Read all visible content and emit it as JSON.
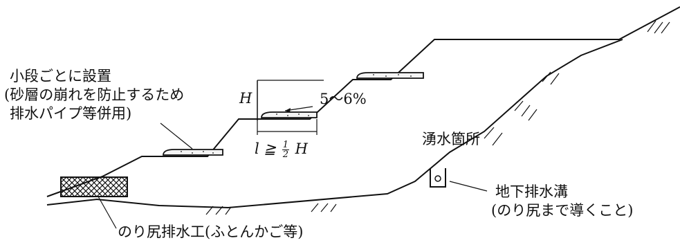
{
  "labels": {
    "terrace_note_line1": "小段ごとに設置",
    "terrace_note_line2": "(砂層の崩れを防止するため",
    "terrace_note_line3": "排水パイプ等併用)",
    "height_symbol": "H",
    "slope_percent": "5～6%",
    "width_formula_prefix": "l ≧",
    "width_formula_num": "1",
    "width_formula_den": "2",
    "width_formula_suffix": "H",
    "spring_water": "湧水箇所",
    "underdrain_line1": "地下排水溝",
    "underdrain_line2": "(のり尻まで導くこと)",
    "toe_drain": "のり尻排水工(ふとんかご等)"
  },
  "colors": {
    "line": "#111111",
    "background": "#ffffff"
  }
}
